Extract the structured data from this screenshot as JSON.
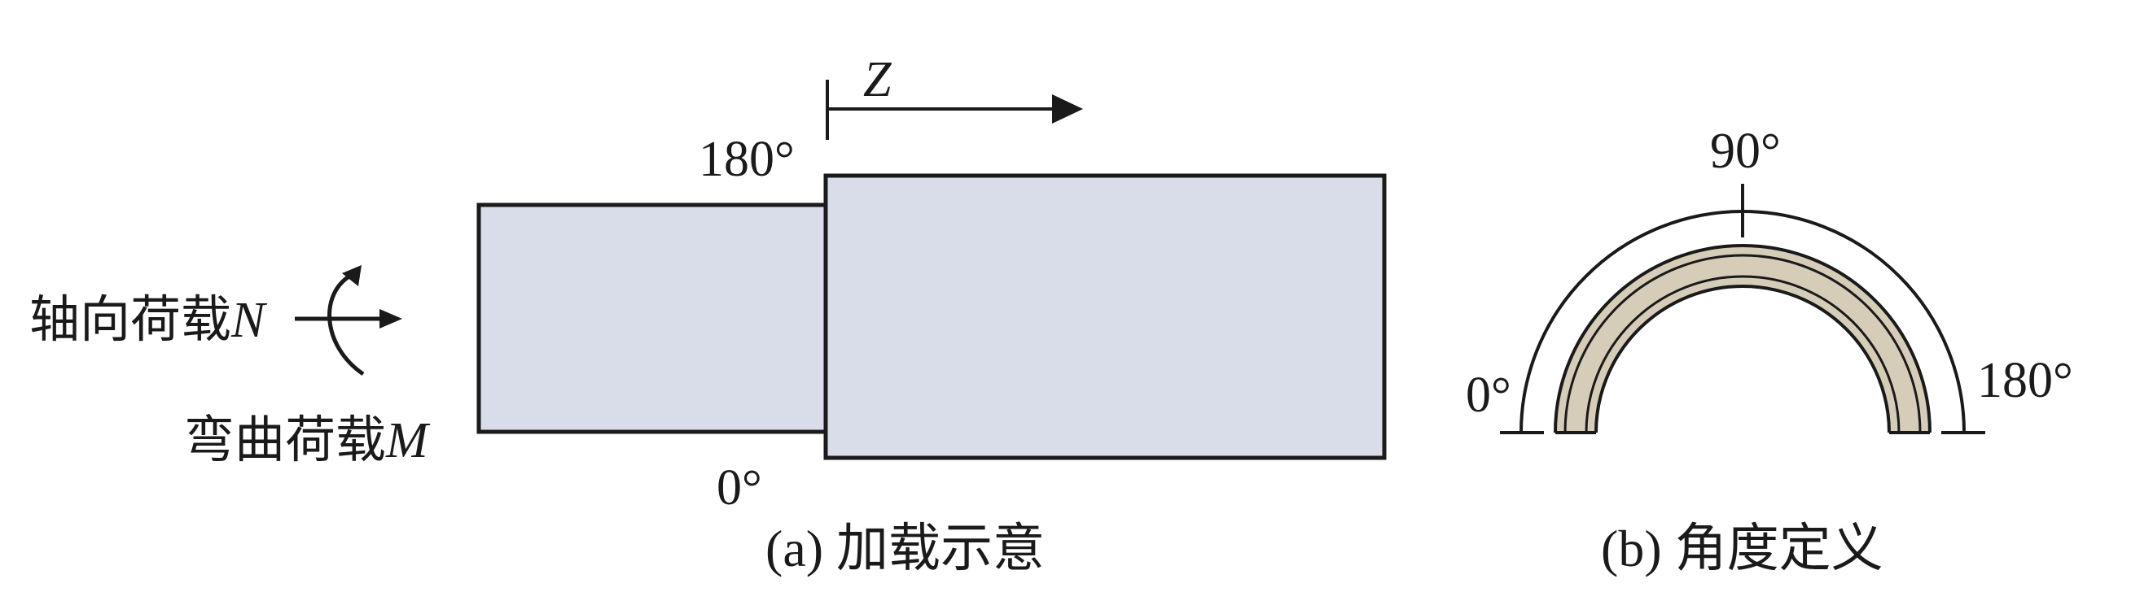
{
  "panel_a": {
    "axis_label": "Z",
    "angle_top": "180°",
    "angle_bottom": "0°",
    "axial_load": "轴向荷载",
    "axial_symbol": "N",
    "bending_load": "弯曲荷载",
    "bending_symbol": "M",
    "caption": "(a) 加载示意"
  },
  "panel_b": {
    "angle_90": "90°",
    "angle_0": "0°",
    "angle_180": "180°",
    "caption": "(b) 角度定义"
  },
  "colors": {
    "pipe_fill": "#d9dde9",
    "ring_fill": "#d6cdb8",
    "stroke": "#1a1a1a"
  }
}
